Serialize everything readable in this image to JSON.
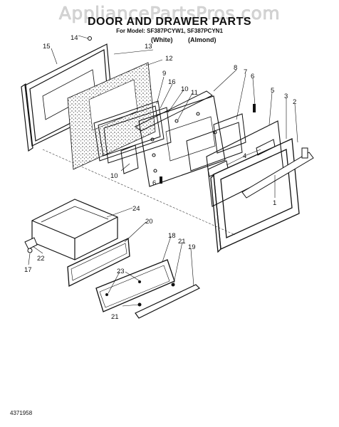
{
  "watermark": "AppliancePartsPros.com",
  "header": {
    "title": "DOOR AND DRAWER PARTS",
    "subtitle": "For Model: SF387PCYW1, SF387PCYN1",
    "variants": [
      "(White)",
      "(Almond)"
    ]
  },
  "callouts": {
    "c1": "1",
    "c2": "2",
    "c3": "3",
    "c4": "4",
    "c5": "5",
    "c6a": "6",
    "c6b": "6",
    "c7": "7",
    "c8": "8",
    "c9": "9",
    "c10a": "10",
    "c10b": "10",
    "c11": "11",
    "c12": "12",
    "c13": "13",
    "c14": "14",
    "c15": "15",
    "c16": "16",
    "c17": "17",
    "c18": "18",
    "c19": "19",
    "c20": "20",
    "c21a": "21",
    "c21b": "21",
    "c22": "22",
    "c23": "23",
    "c24": "24"
  },
  "footer": {
    "doc_number": "4371958"
  }
}
